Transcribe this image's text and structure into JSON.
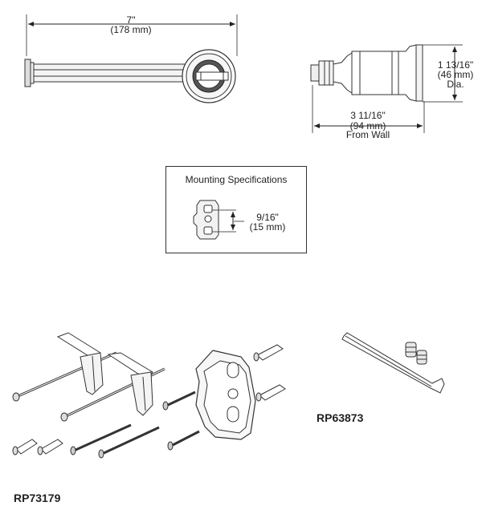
{
  "top_view": {
    "width_in": "7\"",
    "width_mm": "(178 mm)"
  },
  "side_view": {
    "dia_in": "1 13/16\"",
    "dia_mm": "(46 mm)",
    "dia_label": "Dia.",
    "proj_in": "3 11/16\"",
    "proj_mm": "(94 mm)",
    "proj_label": "From Wall"
  },
  "mounting": {
    "title": "Mounting Specifications",
    "spacing_in": "9/16\"",
    "spacing_mm": "(15 mm)"
  },
  "parts": {
    "hex_kit": "RP63873",
    "hardware_kit": "RP73179"
  },
  "colors": {
    "line": "#333333",
    "metal": "#777777"
  }
}
